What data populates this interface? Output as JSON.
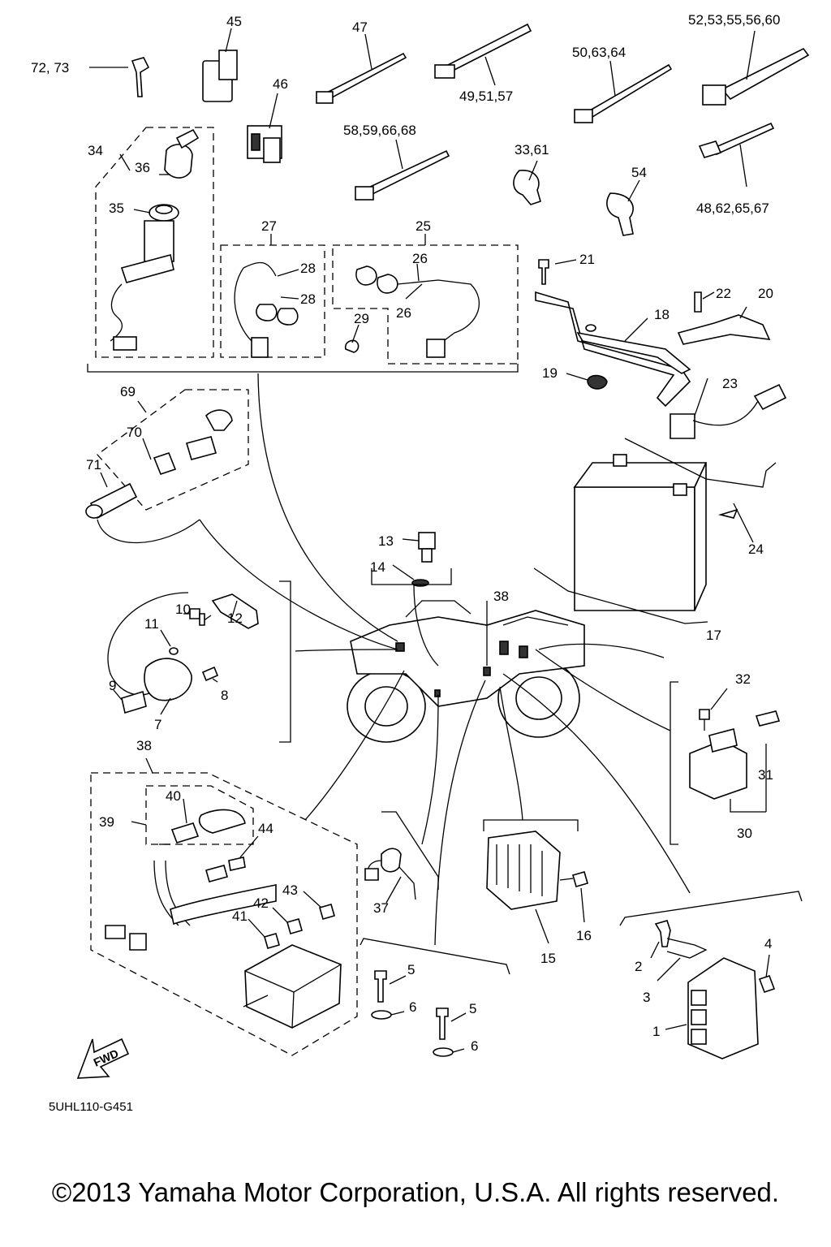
{
  "diagram_code": "5UHL110-G451",
  "fwd_label": "FWD",
  "copyright": "©2013 Yamaha Motor Corporation, U.S.A. All rights reserved.",
  "callouts": [
    "45",
    "47",
    "52,53,55,56,60",
    "72, 73",
    "46",
    "49,51,57",
    "50,63,64",
    "58,59,66,68",
    "33,61",
    "54",
    "34",
    "36",
    "35",
    "48,62,65,67",
    "27",
    "25",
    "28",
    "26",
    "28",
    "26",
    "29",
    "21",
    "22",
    "20",
    "18",
    "19",
    "23",
    "69",
    "70",
    "71",
    "24",
    "13",
    "14",
    "38",
    "10",
    "11",
    "12",
    "17",
    "9",
    "8",
    "7",
    "32",
    "38",
    "40",
    "39",
    "44",
    "31",
    "30",
    "43",
    "42",
    "41",
    "37",
    "16",
    "15",
    "4",
    "2",
    "3",
    "1",
    "5",
    "6",
    "5",
    "6"
  ]
}
